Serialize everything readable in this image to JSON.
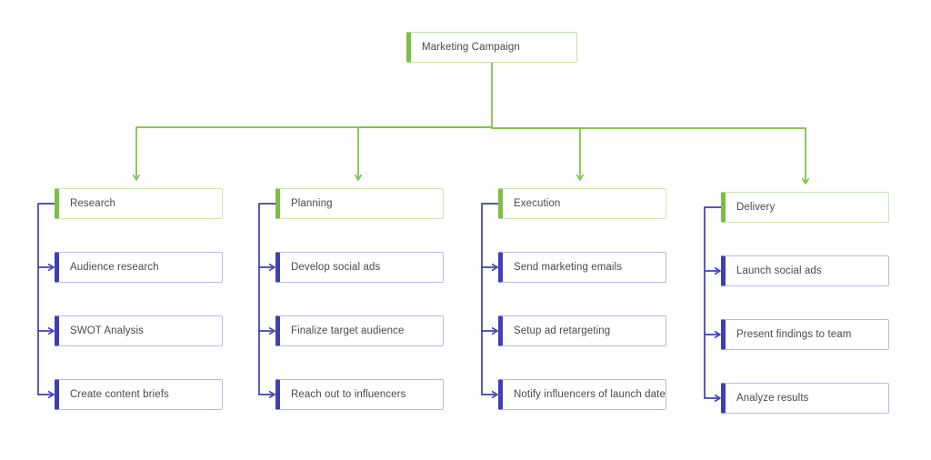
{
  "diagram": {
    "type": "org-chart",
    "title": "Marketing Campaign",
    "colors": {
      "branch_accent": "#7ac043",
      "branch_border": "#c7e8b0",
      "leaf_accent": "#3f3fb5",
      "leaf_border": "#b9bbe8",
      "connector_green": "#7ac043",
      "connector_blue": "#3f3fb5",
      "text": "#4a4a4a",
      "background": "#ffffff"
    },
    "root": {
      "label": "Marketing Campaign"
    },
    "branches": [
      {
        "label": "Research",
        "children": [
          {
            "label": "Audience research"
          },
          {
            "label": "SWOT Analysis"
          },
          {
            "label": "Create content briefs"
          }
        ]
      },
      {
        "label": "Planning",
        "children": [
          {
            "label": "Develop social ads"
          },
          {
            "label": "Finalize target audience"
          },
          {
            "label": "Reach out to influencers"
          }
        ]
      },
      {
        "label": "Execution",
        "children": [
          {
            "label": "Send marketing emails"
          },
          {
            "label": "Setup ad retargeting"
          },
          {
            "label": "Notify influencers of launch date"
          }
        ]
      },
      {
        "label": "Delivery",
        "children": [
          {
            "label": "Launch social ads"
          },
          {
            "label": "Present findings to team"
          },
          {
            "label": "Analyze results"
          }
        ]
      }
    ]
  }
}
